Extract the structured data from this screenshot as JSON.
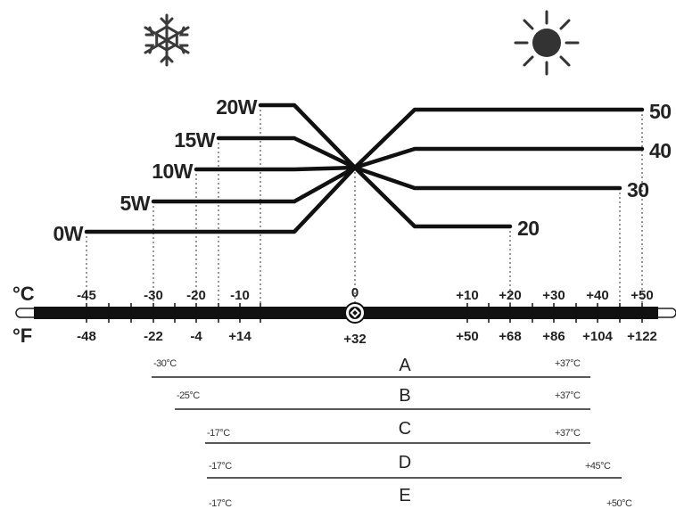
{
  "icons": {
    "cold": "snowflake-icon",
    "hot": "sun-icon",
    "sun_color": "#333333"
  },
  "units": {
    "celsius": "°C",
    "fahrenheit": "°F"
  },
  "winter_grades": [
    "0W",
    "5W",
    "10W",
    "15W",
    "20W"
  ],
  "summer_grades": [
    "20",
    "30",
    "40",
    "50"
  ],
  "celsius_ticks": [
    "-45",
    "-30",
    "-20",
    "-10",
    "0",
    "+10",
    "+20",
    "+30",
    "+40",
    "+50"
  ],
  "fahrenheit_ticks": [
    "-48",
    "-22",
    "-4",
    "+14",
    "+32",
    "+50",
    "+68",
    "+86",
    "+104",
    "+122"
  ],
  "ranges": [
    {
      "label": "A",
      "min": "-30°C",
      "max": "+37°C"
    },
    {
      "label": "B",
      "min": "-25°C",
      "max": "+37°C"
    },
    {
      "label": "C",
      "min": "-17°C",
      "max": "+37°C"
    },
    {
      "label": "D",
      "min": "-17°C",
      "max": "+45°C"
    },
    {
      "label": "E",
      "min": "-17°C",
      "max": "+50°C"
    }
  ]
}
